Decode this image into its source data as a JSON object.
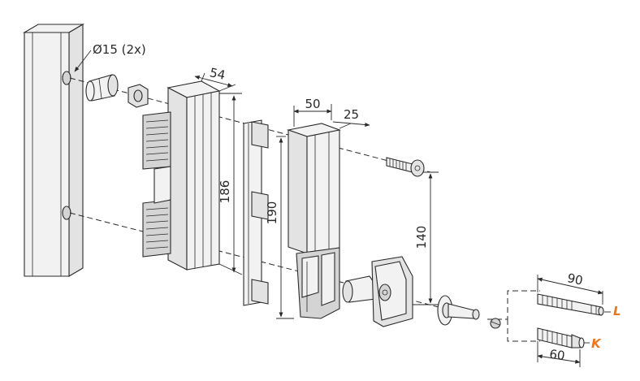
{
  "labels": {
    "hole": "Ø15 (2x)",
    "dim_width_bracket": "54",
    "dim_height_bracket": "186",
    "dim_width_housing": "50",
    "dim_depth_housing": "25",
    "dim_height_housing": "190",
    "dim_bolt_spacing": "140",
    "dim_bolt_l": "90",
    "dim_bolt_k": "60",
    "letter_l": "L",
    "letter_k": "K"
  },
  "colors": {
    "line": "#2a2a2a",
    "accent": "#e87722"
  }
}
